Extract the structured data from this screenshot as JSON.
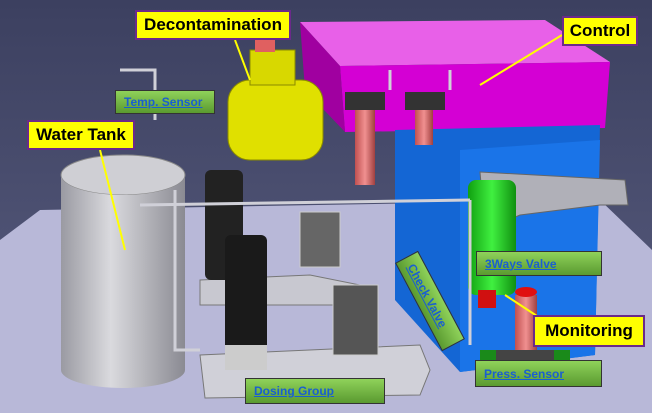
{
  "callouts": {
    "decontamination": "Decontamination",
    "control": "Control",
    "water_tank": "Water Tank",
    "monitoring": "Monitoring"
  },
  "component_links": {
    "temp_sensor": "Temp. Sensor",
    "three_ways_valve": "3Ways Valve",
    "check_valve": "Check Valve",
    "dosing_group": "Dosing Group",
    "press_sensor": "Press. Sensor"
  },
  "colors": {
    "callout_bg": "#ffff00",
    "link_bg": "#7cc44a",
    "control_box": "#d400d4",
    "monitoring_box": "#1466d4",
    "decontamination_pump": "#e0e000"
  }
}
